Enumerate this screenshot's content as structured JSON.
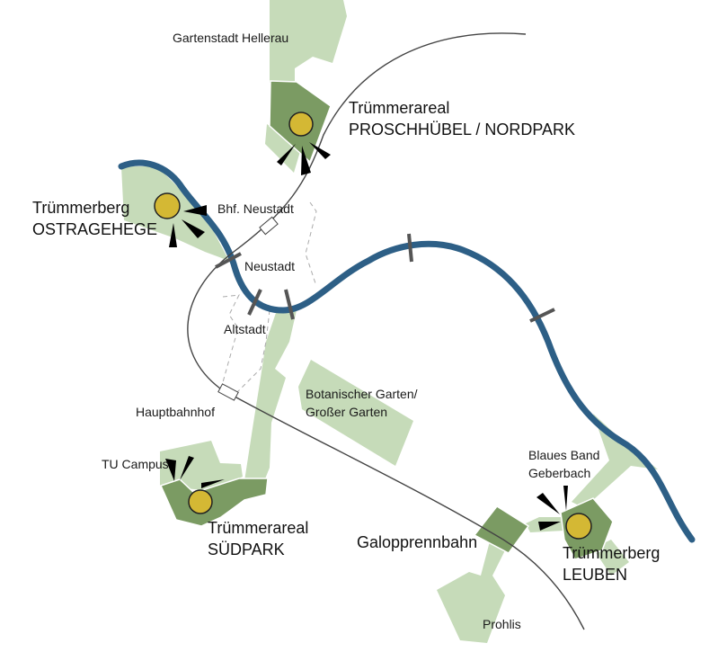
{
  "colors": {
    "park_light": "#c6dbb9",
    "park_dark": "#7b9b63",
    "river": "#2d5f86",
    "marker": "#d4b834",
    "rail": "#444444"
  },
  "labels": {
    "hellerau": "Gartenstadt Hellerau",
    "nordpark_1": "Trümmerareal",
    "nordpark_2": "PROSCHHÜBEL / NORDPARK",
    "ostra_1": "Trümmerberg",
    "ostra_2": "OSTRAGEHEGE",
    "bhf_neustadt": "Bhf. Neustadt",
    "neustadt": "Neustadt",
    "altstadt": "Altstadt",
    "botanischer_1": "Botanischer Garten/",
    "botanischer_2": "Großer Garten",
    "hauptbahnhof": "Hauptbahnhof",
    "tu_campus": "TU Campus",
    "suedpark_1": "Trümmerareal",
    "suedpark_2": "SÜDPARK",
    "blaues_1": "Blaues Band",
    "blaues_2": "Geberbach",
    "galopp": "Galopprennbahn",
    "leuben_1": "Trümmerberg",
    "leuben_2": "LEUBEN",
    "prohlis": "Prohlis"
  }
}
